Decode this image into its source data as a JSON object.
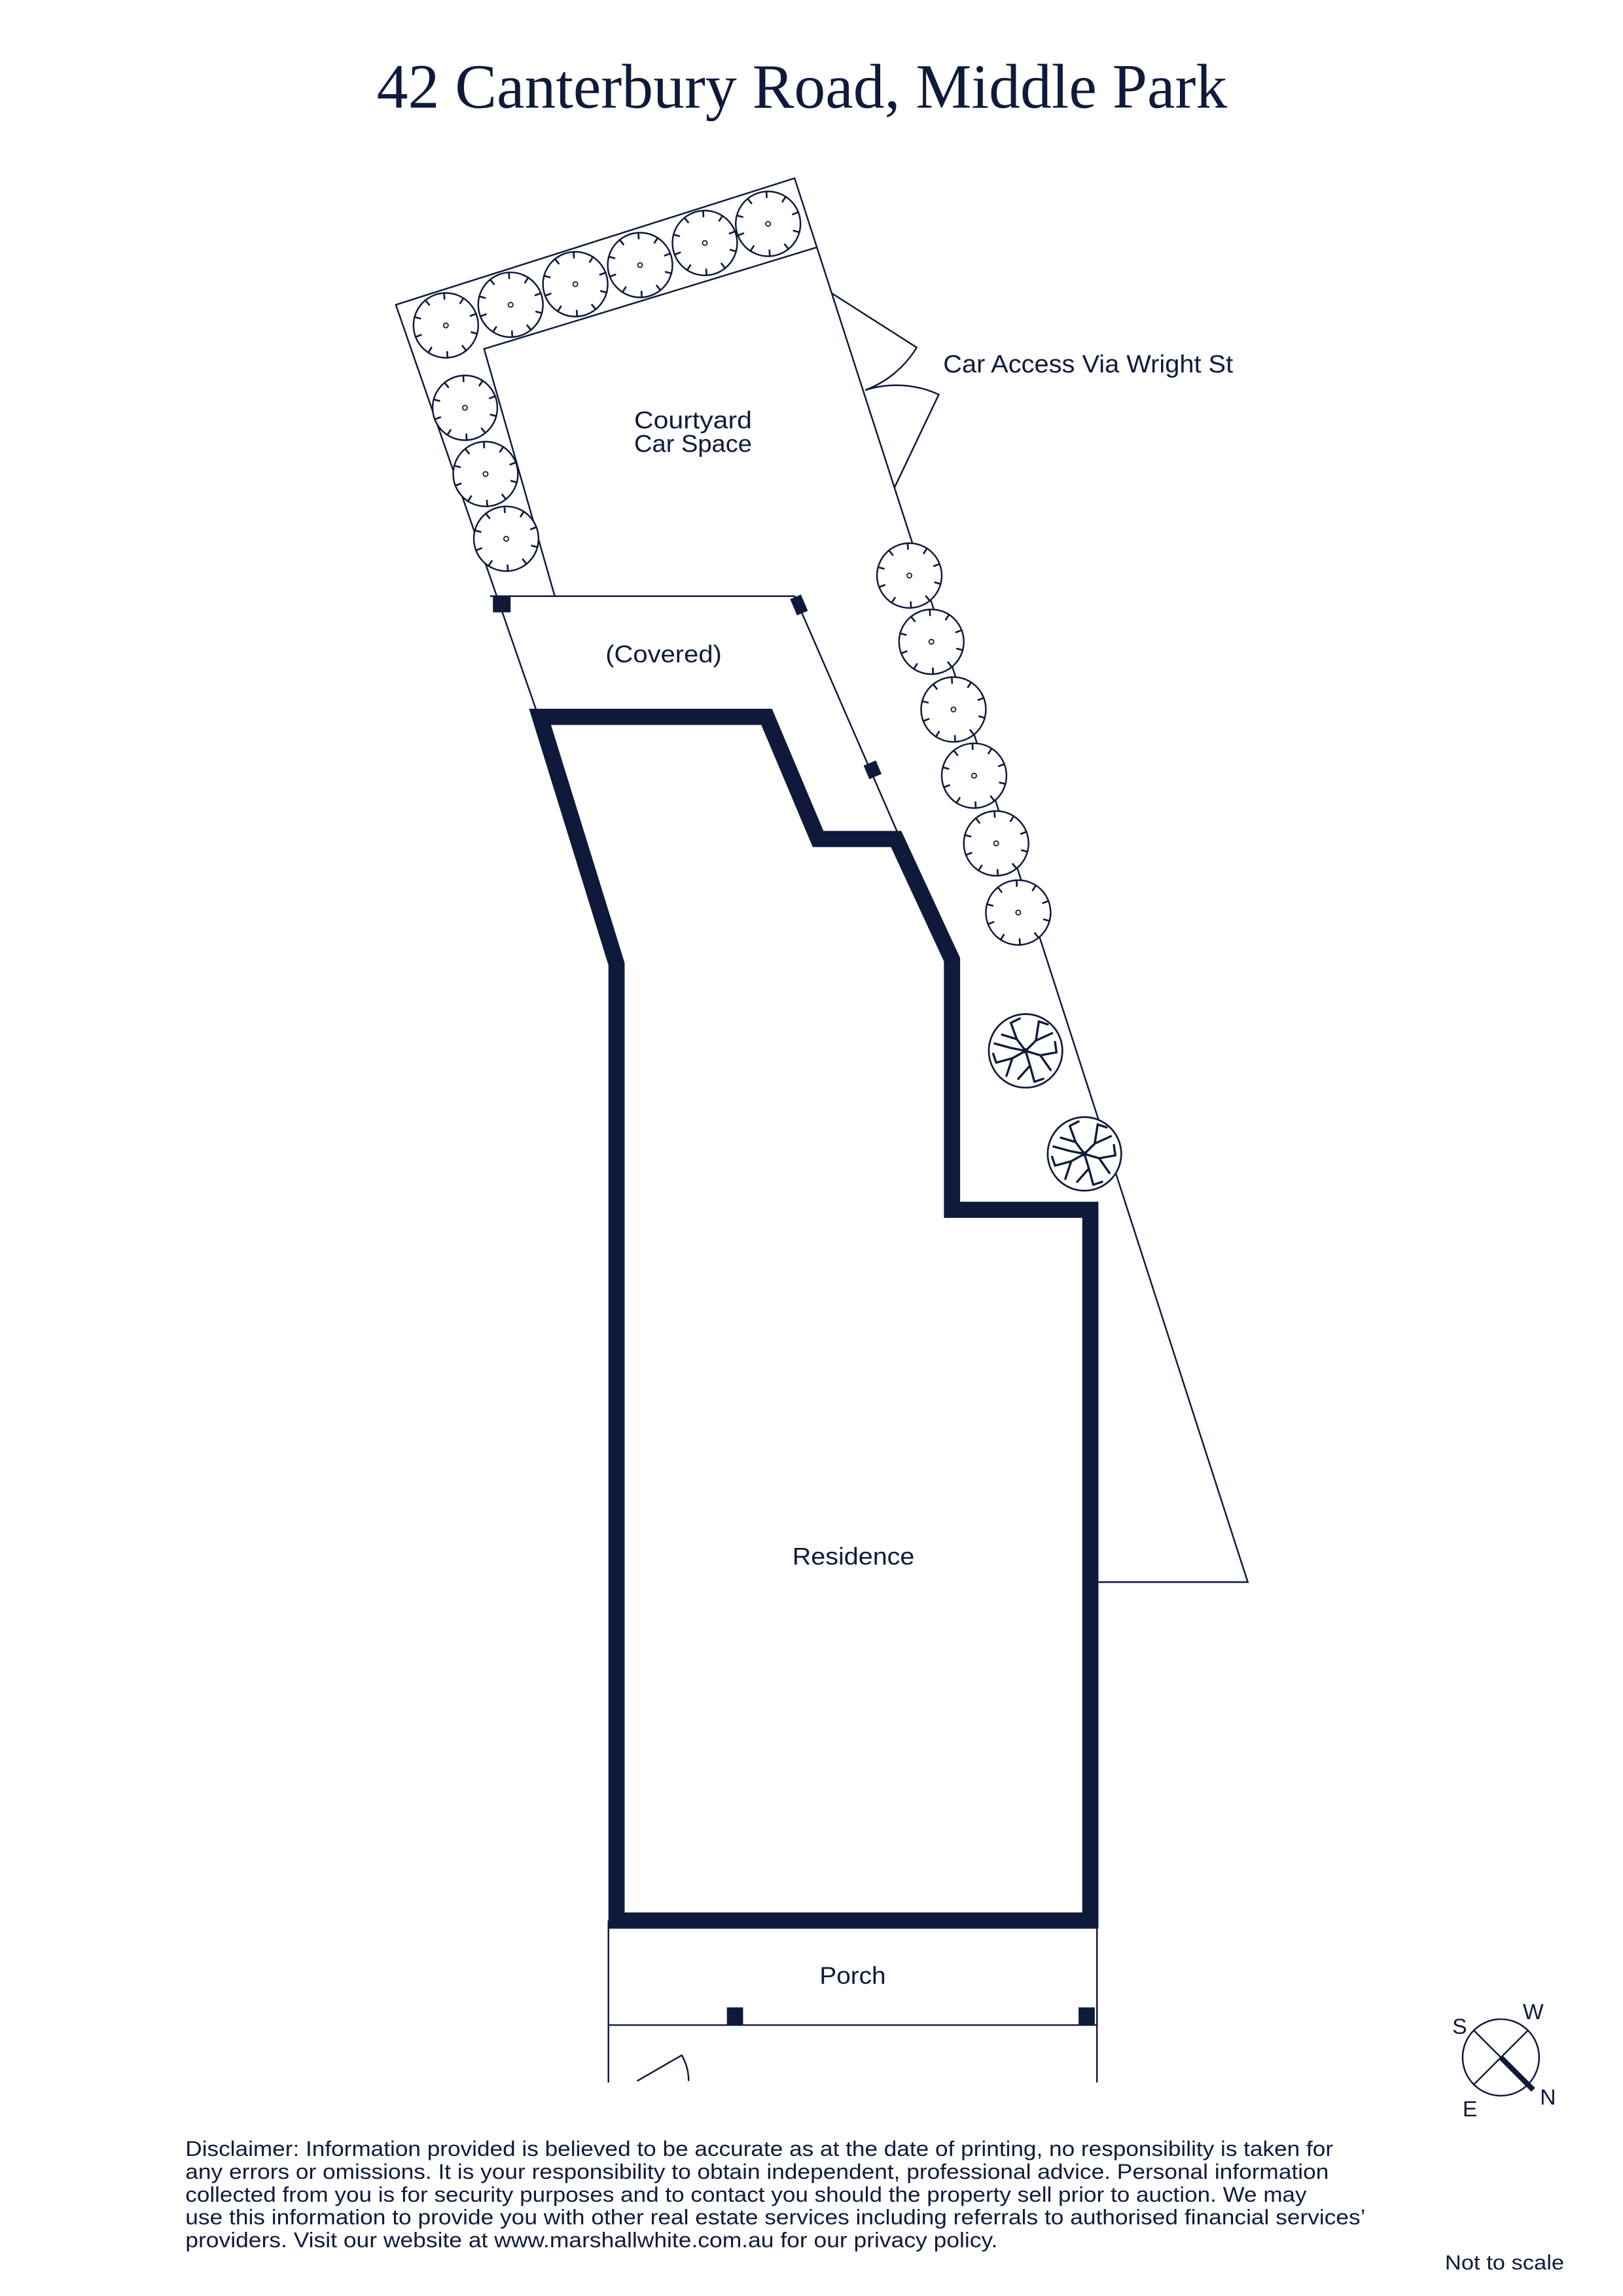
{
  "title": "42 Canterbury Road, Middle Park",
  "plan": {
    "car_access_label": "Car Access Via Wright St",
    "courtyard_label": [
      "Courtyard",
      "Car Space"
    ],
    "covered_label": "(Covered)",
    "residence_label": "Residence",
    "porch_label": "Porch"
  },
  "compass": {
    "north": "N",
    "south": "S",
    "east": "E",
    "west": "W"
  },
  "disclaimer": [
    "Disclaimer: Information provided is believed to be accurate as at the date of printing, no responsibility is taken for",
    "any errors or omissions. It is your responsibility to obtain independent, professional advice. Personal information",
    "collected from you is for security purposes and to contact you should the property sell prior to auction. We may",
    "use this information to provide you with other real estate services including referrals to authorised financial services’",
    "providers. Visit our website at www.marshallwhite.com.au for our privacy policy."
  ],
  "scale_note": "Not to scale",
  "icons": {
    "shrub": "shrub-icon",
    "tree": "deciduous-tree-icon",
    "compass": "compass-icon"
  },
  "colors": {
    "ink": "#0f1a3b",
    "paper": "#ffffff"
  }
}
